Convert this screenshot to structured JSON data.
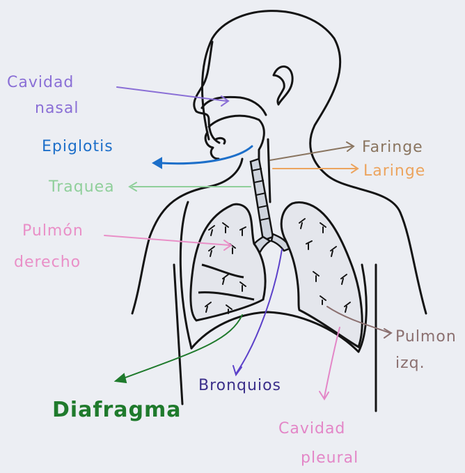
{
  "labels": {
    "cavidad_nasal": {
      "line1": "Cavidad",
      "line2": "nasal",
      "color": "#8a6fd6"
    },
    "epiglotis": {
      "text": "Epiglotis",
      "color": "#1d6fc9"
    },
    "traquea": {
      "text": "Traquea",
      "color": "#8fcf9a"
    },
    "pulmon_derecho": {
      "line1": "Pulmón",
      "line2": "derecho",
      "color": "#e98fc7"
    },
    "diafragma": {
      "text": "Diafragma",
      "color": "#1f7a2c"
    },
    "bronquios": {
      "text": "Bronquios",
      "color": "#3b2f8a"
    },
    "cavidad_pleural": {
      "line1": "Cavidad",
      "line2": "pleural",
      "color": "#e386c7"
    },
    "faringe": {
      "text": "Faringe",
      "color": "#8a7560"
    },
    "laringe": {
      "text": "Laringe",
      "color": "#eca45e"
    },
    "pulmon_izq": {
      "line1": "Pulmon",
      "line2": "izq.",
      "color": "#8b7070"
    }
  },
  "colors": {
    "paper": "#eceef3",
    "ink": "#141414",
    "lung_fill": "#e4e6ec"
  }
}
